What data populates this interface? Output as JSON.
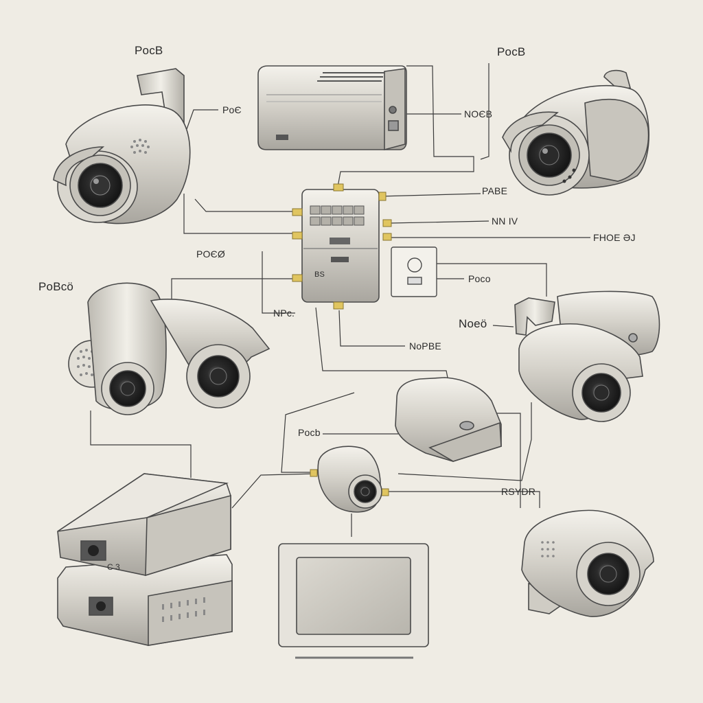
{
  "labels": {
    "top_left": "PocB",
    "top_right": "PocB",
    "cam1_port": "PoЄ",
    "nvr_port": "NOЄB",
    "switch_right_1": "PABE",
    "switch_right_2": "NN IV",
    "far_right": "FHOE ƏJ",
    "left_mid": "POЄØ",
    "left_side": "PoBcö",
    "switch_bottom_left": "NPc.",
    "hub_right": "Poco",
    "right_cam_port": "Noeö",
    "switch_bottom": "NoPBE",
    "adapter_left": "Pocb",
    "minicam_right": "RSYDR"
  },
  "switch": {
    "badge_text": "BS"
  }
}
